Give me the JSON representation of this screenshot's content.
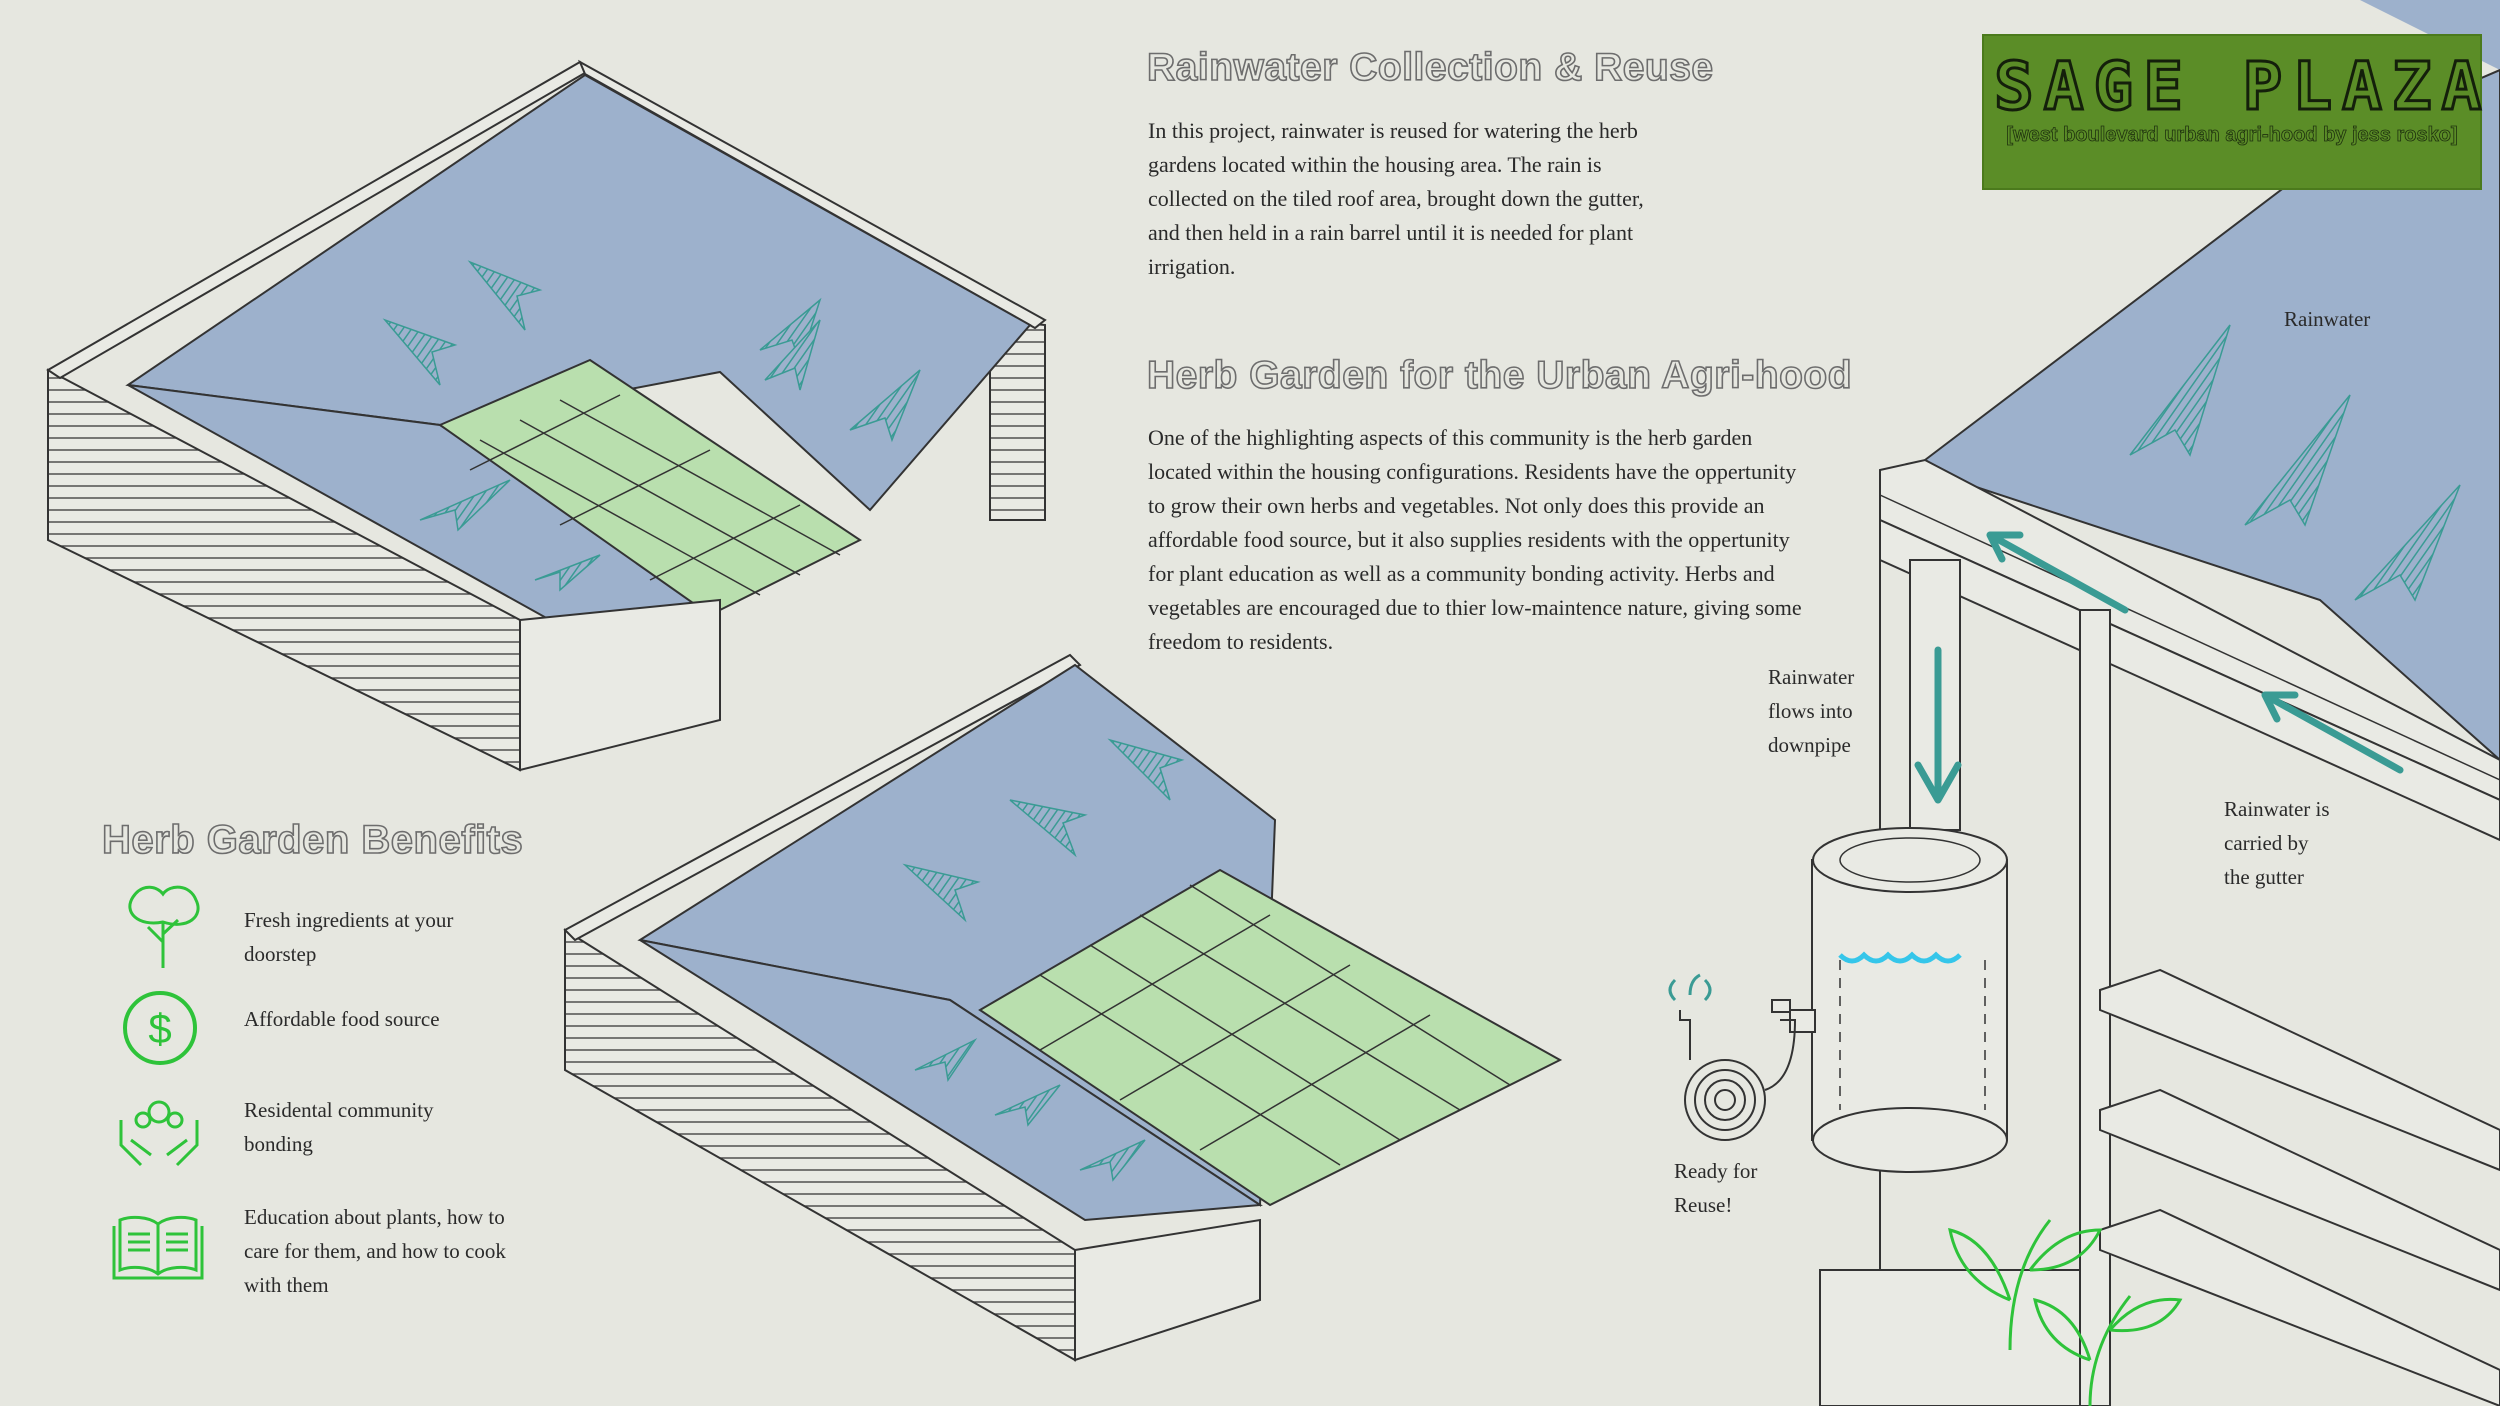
{
  "brand": {
    "title": "SAGE PLAZA",
    "subtitle": "[west boulevard urban agri-hood by jess rosko]",
    "color": "#5b8d27"
  },
  "rainwater_section": {
    "heading": "Rainwater Collection & Reuse",
    "body": "In this project, rainwater is reused for watering the herb gardens located within the housing area. The rain is collected on the tiled roof area, brought down the gutter, and then held in a rain barrel until it is needed for plant irrigation."
  },
  "herb_section": {
    "heading": "Herb Garden for the Urban Agri-hood",
    "body": "One of the highlighting aspects of this community is the herb garden located within the housing configurations. Residents have the oppertunity to grow their own herbs and vegetables. Not only does this provide an affordable food source, but it also supplies residents with the oppertunity for plant education as well as a community bonding activity. Herbs and vegetables are encouraged due to thier low-maintence nature, giving some freedom to residents."
  },
  "benefits": {
    "heading": "Herb Garden Benefits",
    "items": [
      {
        "icon": "plant-icon",
        "text": "Fresh ingredients at your doorstep"
      },
      {
        "icon": "dollar-icon",
        "text": "Affordable food source"
      },
      {
        "icon": "community-hands-icon",
        "text": "Residental community bonding"
      },
      {
        "icon": "open-book-icon",
        "text": "Education about plants, how to care for them, and how to cook with them"
      }
    ]
  },
  "diagram_labels": {
    "rainwater": "Rainwater",
    "downpipe": "Rainwater\nflows into\ndownpipe",
    "gutter": "Rainwater is\ncarried by\nthe gutter",
    "reuse": "Ready for\nReuse!"
  },
  "colors": {
    "roof": "#9db1cc",
    "arrow": "#3a9b94",
    "planter": "#b9dfae",
    "icon_green": "#2ec33a",
    "water": "#35c6ea"
  }
}
